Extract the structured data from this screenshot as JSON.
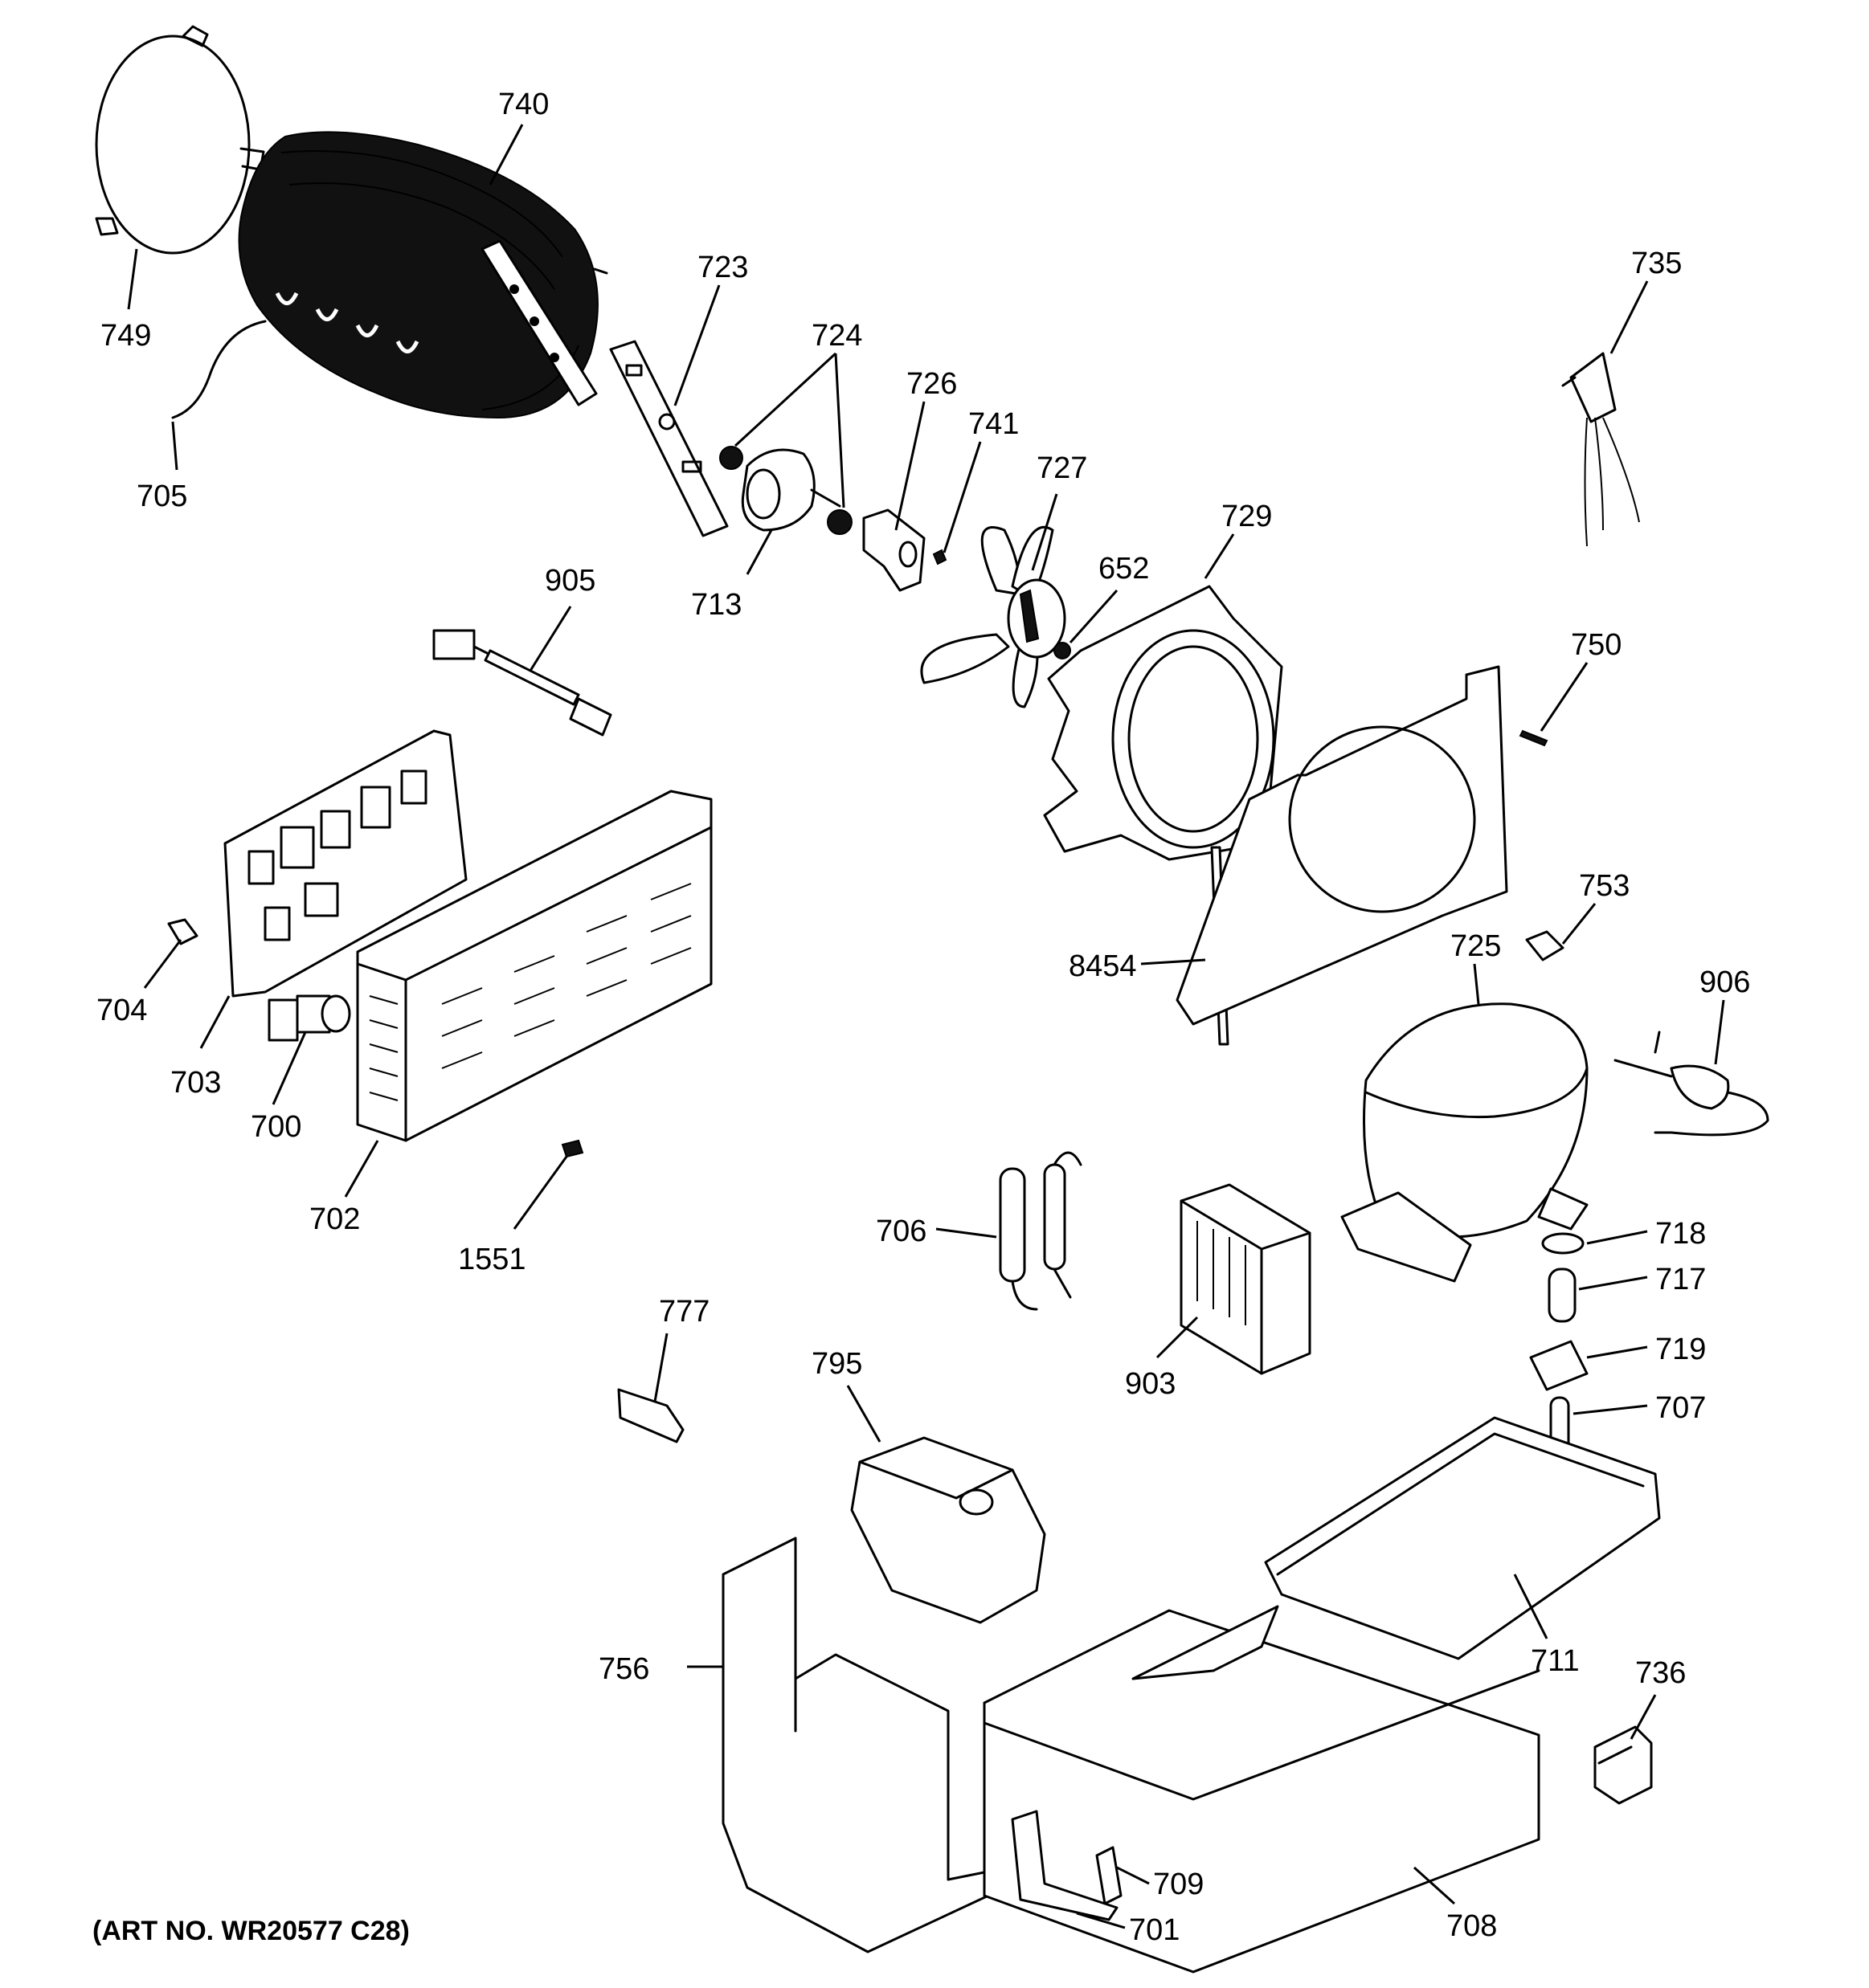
{
  "art_number": "(ART NO. WR20577 C28)",
  "callouts": [
    {
      "id": "740",
      "text": "740"
    },
    {
      "id": "749",
      "text": "749"
    },
    {
      "id": "705",
      "text": "705"
    },
    {
      "id": "723",
      "text": "723"
    },
    {
      "id": "724",
      "text": "724"
    },
    {
      "id": "726",
      "text": "726"
    },
    {
      "id": "741",
      "text": "741"
    },
    {
      "id": "727",
      "text": "727"
    },
    {
      "id": "729",
      "text": "729"
    },
    {
      "id": "652",
      "text": "652"
    },
    {
      "id": "713",
      "text": "713"
    },
    {
      "id": "735",
      "text": "735"
    },
    {
      "id": "905",
      "text": "905"
    },
    {
      "id": "750",
      "text": "750"
    },
    {
      "id": "753",
      "text": "753"
    },
    {
      "id": "725",
      "text": "725"
    },
    {
      "id": "906",
      "text": "906"
    },
    {
      "id": "8454",
      "text": "8454"
    },
    {
      "id": "704",
      "text": "704"
    },
    {
      "id": "703",
      "text": "703"
    },
    {
      "id": "700",
      "text": "700"
    },
    {
      "id": "702",
      "text": "702"
    },
    {
      "id": "1551",
      "text": "1551"
    },
    {
      "id": "706",
      "text": "706"
    },
    {
      "id": "718",
      "text": "718"
    },
    {
      "id": "717",
      "text": "717"
    },
    {
      "id": "719",
      "text": "719"
    },
    {
      "id": "707",
      "text": "707"
    },
    {
      "id": "903",
      "text": "903"
    },
    {
      "id": "777",
      "text": "777"
    },
    {
      "id": "795",
      "text": "795"
    },
    {
      "id": "711",
      "text": "711"
    },
    {
      "id": "756",
      "text": "756"
    },
    {
      "id": "736",
      "text": "736"
    },
    {
      "id": "709",
      "text": "709"
    },
    {
      "id": "701",
      "text": "701"
    },
    {
      "id": "708",
      "text": "708"
    }
  ]
}
